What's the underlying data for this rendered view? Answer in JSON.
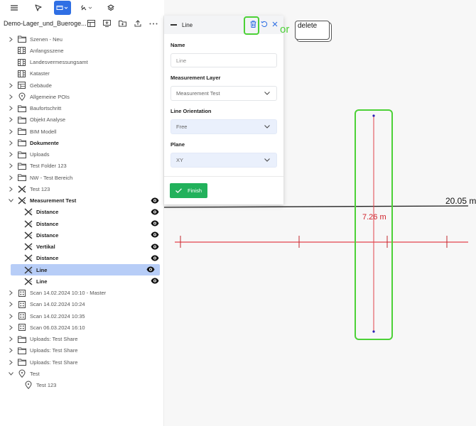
{
  "toolbar": {
    "buttons": [
      {
        "name": "menu-icon",
        "active": false
      },
      {
        "name": "select-arrow-icon",
        "active": false
      },
      {
        "name": "measure-tool-icon",
        "active": true
      },
      {
        "name": "tools-icon",
        "active": false
      },
      {
        "name": "layers-icon",
        "active": false
      }
    ]
  },
  "sidebar": {
    "project_title": "Demo-Lager_und_Bueroge...",
    "actions": [
      "layout-icon",
      "add-screen-icon",
      "add-folder-icon",
      "upload-icon",
      "more-icon"
    ],
    "items": [
      {
        "label": "Szenen - Neu",
        "icon": "folder-icon",
        "expandable": true,
        "level": 0
      },
      {
        "label": "Anfangsszene",
        "icon": "scene-icon",
        "expandable": false,
        "level": 0
      },
      {
        "label": "Landesvermessungsamt",
        "icon": "scene-icon",
        "expandable": false,
        "level": 0
      },
      {
        "label": "Kataster",
        "icon": "scene-icon",
        "expandable": false,
        "level": 0
      },
      {
        "label": "Gebäude",
        "icon": "building-layer-icon",
        "expandable": true,
        "level": 0
      },
      {
        "label": "Allgemeine POIs",
        "icon": "poi-pin-icon",
        "expandable": true,
        "level": 0
      },
      {
        "label": "Baufortschritt",
        "icon": "folder-icon",
        "expandable": true,
        "level": 0
      },
      {
        "label": "Objekt Analyse",
        "icon": "folder-icon",
        "expandable": true,
        "level": 0
      },
      {
        "label": "BIM Modell",
        "icon": "folder-icon",
        "expandable": true,
        "level": 0
      },
      {
        "label": "Dokumente",
        "icon": "folder-icon",
        "expandable": true,
        "level": 0,
        "bold": true
      },
      {
        "label": "Uploads",
        "icon": "folder-icon",
        "expandable": true,
        "level": 0
      },
      {
        "label": "Test Folder 123",
        "icon": "folder-icon",
        "expandable": true,
        "level": 0
      },
      {
        "label": "NW - Test Bereich",
        "icon": "folder-icon",
        "expandable": true,
        "level": 0
      },
      {
        "label": "Test 123",
        "icon": "measurement-icon",
        "expandable": true,
        "level": 0
      },
      {
        "label": "Measurement Test",
        "icon": "measurement-icon",
        "expandable": true,
        "expanded": true,
        "level": 0,
        "bold": true,
        "visible": true
      },
      {
        "label": "Distance",
        "icon": "measurement-icon",
        "level": 1,
        "bold": true,
        "visible": true
      },
      {
        "label": "Distance",
        "icon": "measurement-icon",
        "level": 1,
        "bold": true,
        "visible": true
      },
      {
        "label": "Distance",
        "icon": "measurement-icon",
        "level": 1,
        "bold": true,
        "visible": true
      },
      {
        "label": "Vertikal",
        "icon": "measurement-icon",
        "level": 1,
        "bold": true,
        "visible": true
      },
      {
        "label": "Distance",
        "icon": "measurement-icon",
        "level": 1,
        "bold": true,
        "visible": true
      },
      {
        "label": "Line",
        "icon": "measurement-icon",
        "level": 1,
        "bold": true,
        "visible": true,
        "selected": true
      },
      {
        "label": "Line",
        "icon": "measurement-icon",
        "level": 1,
        "bold": true,
        "visible": true
      },
      {
        "label": "Scan 14.02.2024 10:10 - Master",
        "icon": "scan-icon",
        "expandable": true,
        "level": 0
      },
      {
        "label": "Scan 14.02.2024 10:24",
        "icon": "scan-icon",
        "expandable": true,
        "level": 0
      },
      {
        "label": "Scan 14.02.2024 10:35",
        "icon": "scan-icon",
        "expandable": true,
        "level": 0
      },
      {
        "label": "Scan 06.03.2024 16:10",
        "icon": "scan-icon",
        "expandable": true,
        "level": 0
      },
      {
        "label": "Uploads: Test Share",
        "icon": "folder-icon",
        "expandable": true,
        "level": 0
      },
      {
        "label": "Uploads: Test Share",
        "icon": "folder-icon",
        "expandable": true,
        "level": 0
      },
      {
        "label": "Uploads: Test Share",
        "icon": "folder-icon",
        "expandable": true,
        "level": 0
      },
      {
        "label": "Test",
        "icon": "poi-pin-icon",
        "expandable": true,
        "expanded": true,
        "level": 0
      },
      {
        "label": "Test 123",
        "icon": "poi-pin-icon",
        "level": 1
      }
    ]
  },
  "panel": {
    "title": "Line",
    "header_icons": [
      "delete-icon",
      "reset-icon",
      "close-icon"
    ],
    "fields": {
      "name": {
        "label": "Name",
        "placeholder": "Line"
      },
      "measurement_layer": {
        "label": "Measurement Layer",
        "value": "Measurement Test"
      },
      "line_orientation": {
        "label": "Line Orientation",
        "value": "Free"
      },
      "plane": {
        "label": "Plane",
        "value": "XY"
      }
    },
    "finish_label": "Finish"
  },
  "annotation": {
    "or_text": "or",
    "key_label": "delete",
    "highlight_color": "#4cd137"
  },
  "scene": {
    "distance_label": "20.05 m",
    "line_measurement_label": "7.26 m",
    "measure_color": "#d0202a"
  }
}
